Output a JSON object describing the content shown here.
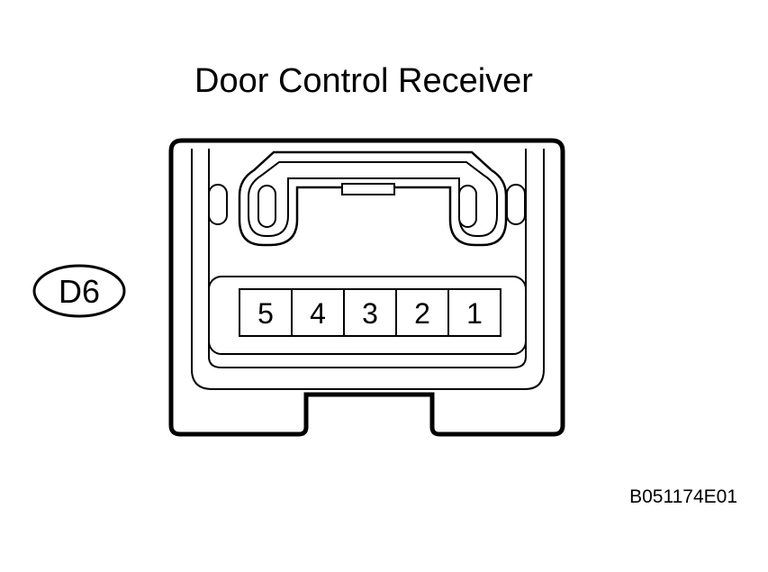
{
  "diagram": {
    "title": "Door Control Receiver",
    "connector_code": "D6",
    "pins": [
      "5",
      "4",
      "3",
      "2",
      "1"
    ],
    "figure_id": "B051174E01"
  }
}
